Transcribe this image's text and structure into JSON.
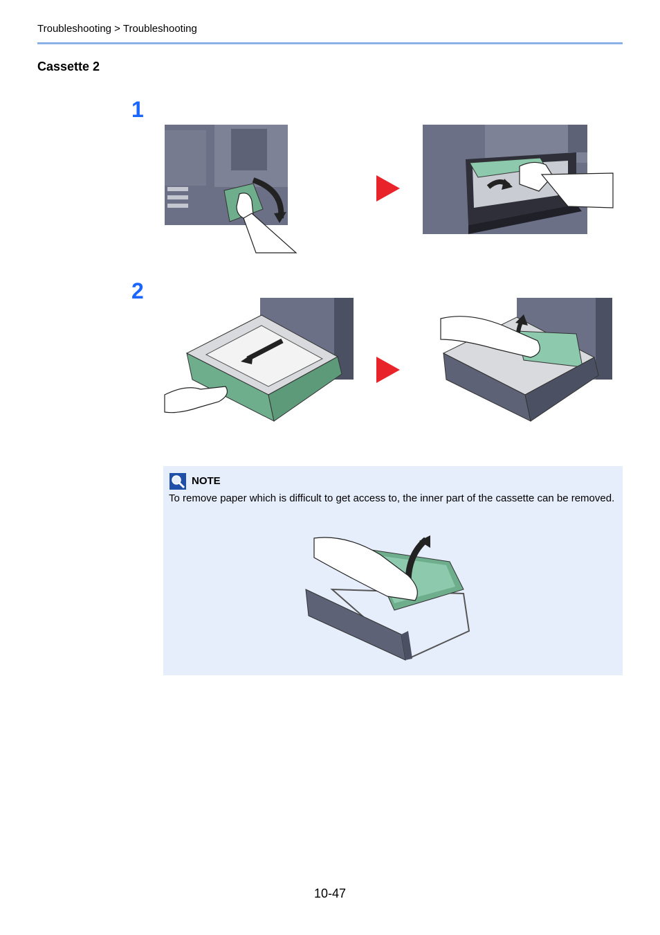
{
  "header": {
    "breadcrumb": "Troubleshooting > Troubleshooting"
  },
  "section": {
    "title": "Cassette 2"
  },
  "steps": [
    {
      "number": "1"
    },
    {
      "number": "2"
    }
  ],
  "note": {
    "icon": "note-magnifier-icon",
    "label": "NOTE",
    "text": "To remove paper which is difficult to get access to, the inner part of the cassette can be removed."
  },
  "footer": {
    "page_number": "10-47"
  },
  "colors": {
    "accent_blue": "#1a66ff",
    "rule_blue": "#8ab0e8",
    "arrow_red": "#e8232a",
    "note_background": "#e6edfb",
    "machine_gray": "#6b7086",
    "cassette_green": "#6fae8c",
    "paper_green": "#8cc9ad"
  }
}
